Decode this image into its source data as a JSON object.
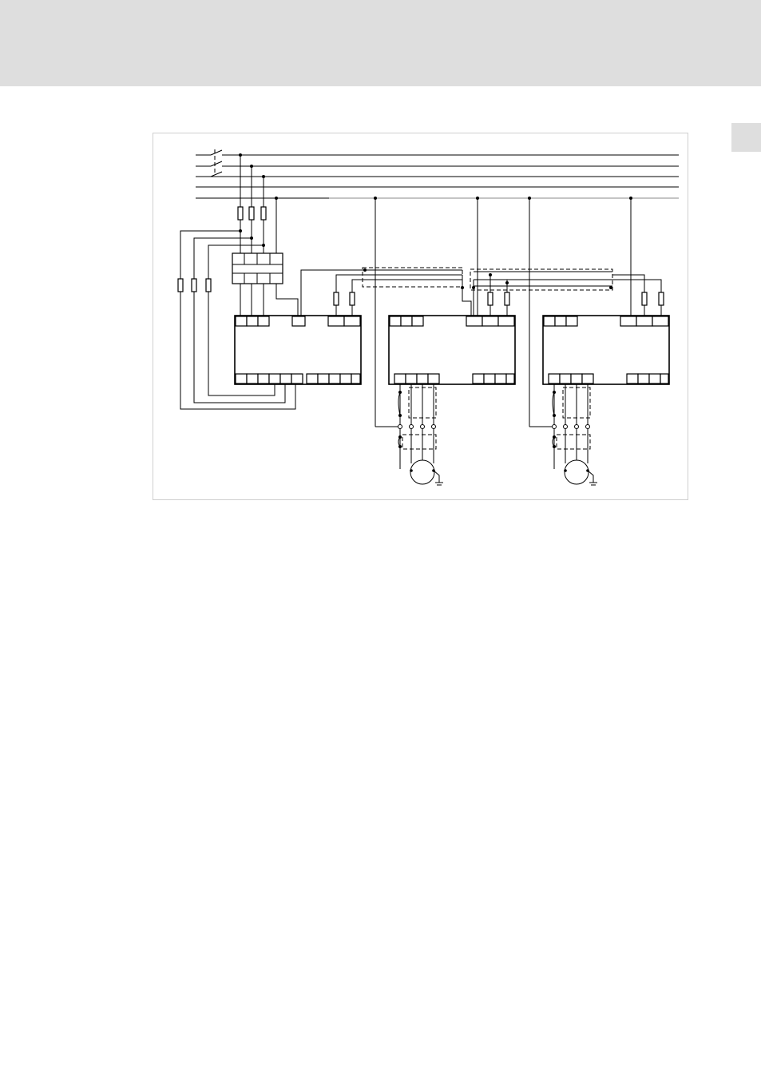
{
  "page": {
    "header_band_color": "#dedede",
    "side_tab_color": "#dedede",
    "frame_border_color": "#cfcfcf"
  },
  "diagram": {
    "description_visible_text": "",
    "supply_lines": 5,
    "drive_units": 3,
    "motors": 2,
    "line_color": "#000000"
  }
}
